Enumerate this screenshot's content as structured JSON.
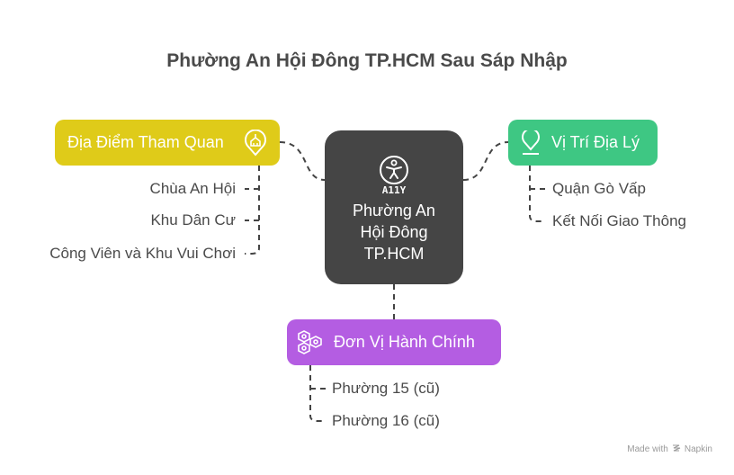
{
  "title": "Phường An Hội Đông TP.HCM Sau Sáp Nhập",
  "center": {
    "icon": "accessibility-icon",
    "icon_caption": "A11Y",
    "label_lines": [
      "Phường An",
      "Hội Đông",
      "TP.HCM"
    ]
  },
  "branches": [
    {
      "label": "Địa Điểm Tham Quan",
      "icon": "church-location-pin-icon",
      "color": "#dfcb19",
      "items": [
        "Chùa An Hội",
        "Khu Dân Cư",
        "Công Viên và Khu Vui Chơi"
      ]
    },
    {
      "label": "Vị Trí Địa Lý",
      "icon": "location-pin-icon",
      "color": "#3ec783",
      "items": [
        "Quận Gò Vấp",
        "Kết Nối Giao Thông"
      ]
    },
    {
      "label": "Đơn Vị Hành Chính",
      "icon": "hexagon-gears-icon",
      "color": "#b45de2",
      "items": [
        "Phường 15 (cũ)",
        "Phường 16 (cũ)"
      ]
    }
  ],
  "footer": {
    "text_prefix": "Made with",
    "brand": "Napkin",
    "icon": "napkin-logo-icon"
  }
}
